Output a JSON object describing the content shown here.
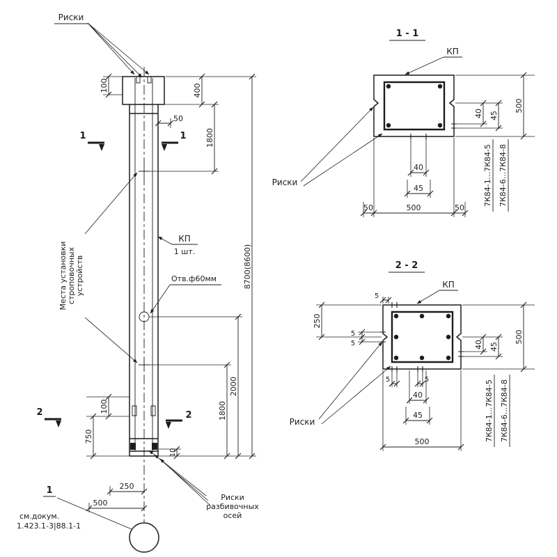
{
  "colors": {
    "ink": "#1c1c1c",
    "background": "#ffffff"
  },
  "elevation": {
    "riski_label": "Риски",
    "strop_l1": "Места установки",
    "strop_l2": "строповочных",
    "strop_l3": "устройств",
    "kp": "КП",
    "kp_qty": "1 шт.",
    "hole": "Отв.ф60мм",
    "sec1": "1",
    "sec2": "2",
    "view_mark": "1",
    "doc_l1": "см.докум.",
    "doc_l2": "1.423.1-3|88.1-1",
    "axes_l1": "Риски",
    "axes_l2": "разбивочных",
    "axes_l3": "осей",
    "dims": {
      "top100": "100",
      "d400": "400",
      "top1800": "1800",
      "d50": "50",
      "total": "8700(8600)",
      "d2000": "2000",
      "bot1800": "1800",
      "bot100": "100",
      "d750": "750",
      "d10": "10",
      "d250": "250",
      "d500": "500"
    }
  },
  "section_1_1": {
    "title": "1 - 1",
    "kp": "КП",
    "riski": "Риски",
    "series_a": "7К84-1...7К84-5",
    "series_b": "7К84-6...7К84-8",
    "dims": {
      "left50": "50",
      "width500": "500",
      "right50": "50",
      "b40": "40",
      "b45": "45",
      "r40": "40",
      "r45": "45",
      "r500": "500"
    }
  },
  "section_2_2": {
    "title": "2 - 2",
    "kp": "КП",
    "riski": "Риски",
    "series_a": "7К84-1...7К84-5",
    "series_b": "7К84-6...7К84-8",
    "dims": {
      "d250": "250",
      "t5": "5",
      "l5a": "5",
      "l5b": "5",
      "b5a": "5",
      "b5b": "5",
      "b40": "40",
      "b45": "45",
      "b500": "500",
      "r40": "40",
      "r45": "45",
      "r500": "500"
    }
  }
}
